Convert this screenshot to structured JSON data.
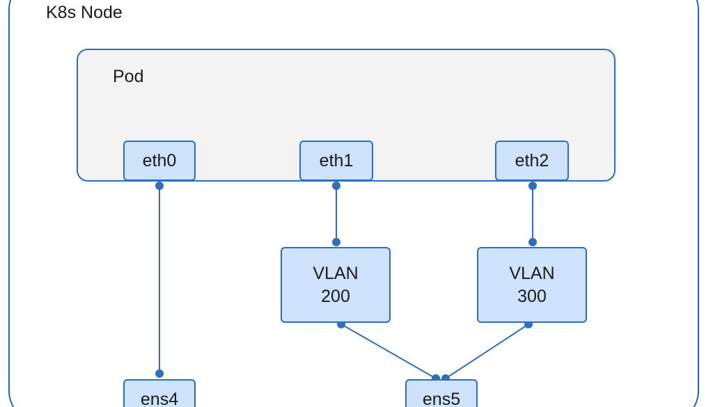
{
  "node": {
    "label": "K8s Node"
  },
  "pod": {
    "label": "Pod"
  },
  "interfaces": {
    "eth0": "eth0",
    "eth1": "eth1",
    "eth2": "eth2",
    "ens4": "ens4",
    "ens5": "ens5"
  },
  "vlans": {
    "vlan200": {
      "line1": "VLAN",
      "line2": "200"
    },
    "vlan300": {
      "line1": "VLAN",
      "line2": "300"
    }
  },
  "colors": {
    "line": "#2f6fba",
    "box_fill": "#cfe2fb",
    "box_border": "#2a6fbd",
    "pod_fill": "#f3f3f3"
  }
}
